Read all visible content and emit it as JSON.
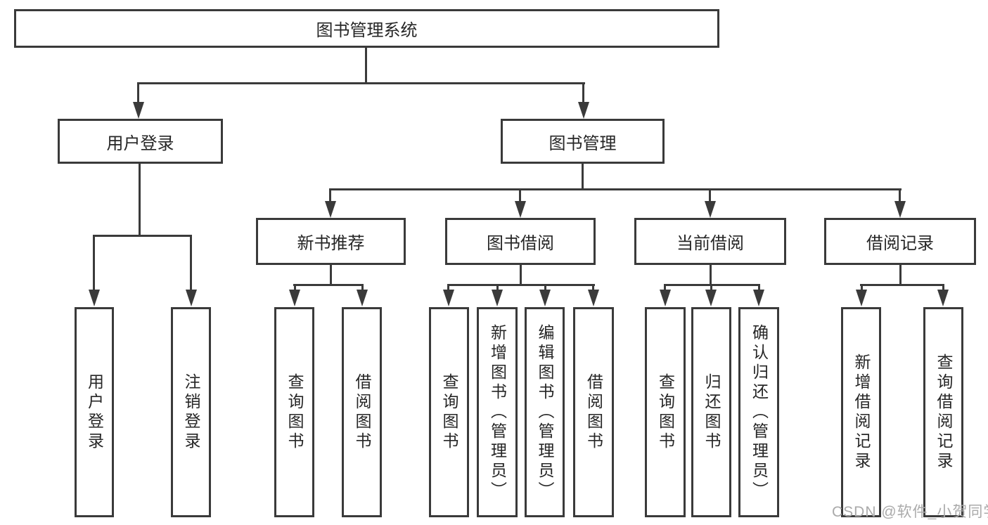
{
  "diagram_title": "图书管理系统",
  "tree": {
    "label": "图书管理系统",
    "children": [
      {
        "label": "用户登录",
        "children": [
          {
            "label": "用户登录"
          },
          {
            "label": "注销登录"
          }
        ]
      },
      {
        "label": "图书管理",
        "children": [
          {
            "label": "新书推荐",
            "children": [
              {
                "label": "查询图书"
              },
              {
                "label": "借阅图书"
              }
            ]
          },
          {
            "label": "图书借阅",
            "children": [
              {
                "label": "查询图书"
              },
              {
                "label": "新增图书（管理员）"
              },
              {
                "label": "编辑图书（管理员）"
              },
              {
                "label": "借阅图书"
              }
            ]
          },
          {
            "label": "当前借阅",
            "children": [
              {
                "label": "查询图书"
              },
              {
                "label": "归还图书"
              },
              {
                "label": "确认归还（管理员）"
              }
            ]
          },
          {
            "label": "借阅记录",
            "children": [
              {
                "label": "新增借阅记录"
              },
              {
                "label": "查询借阅记录"
              }
            ]
          }
        ]
      }
    ]
  },
  "watermark": {
    "text": "CSDN @软件_小贺同学"
  },
  "colors": {
    "line": "#3a3a3a",
    "text": "#262626",
    "bg": "#ffffff",
    "watermark": "#aaaaaa"
  }
}
